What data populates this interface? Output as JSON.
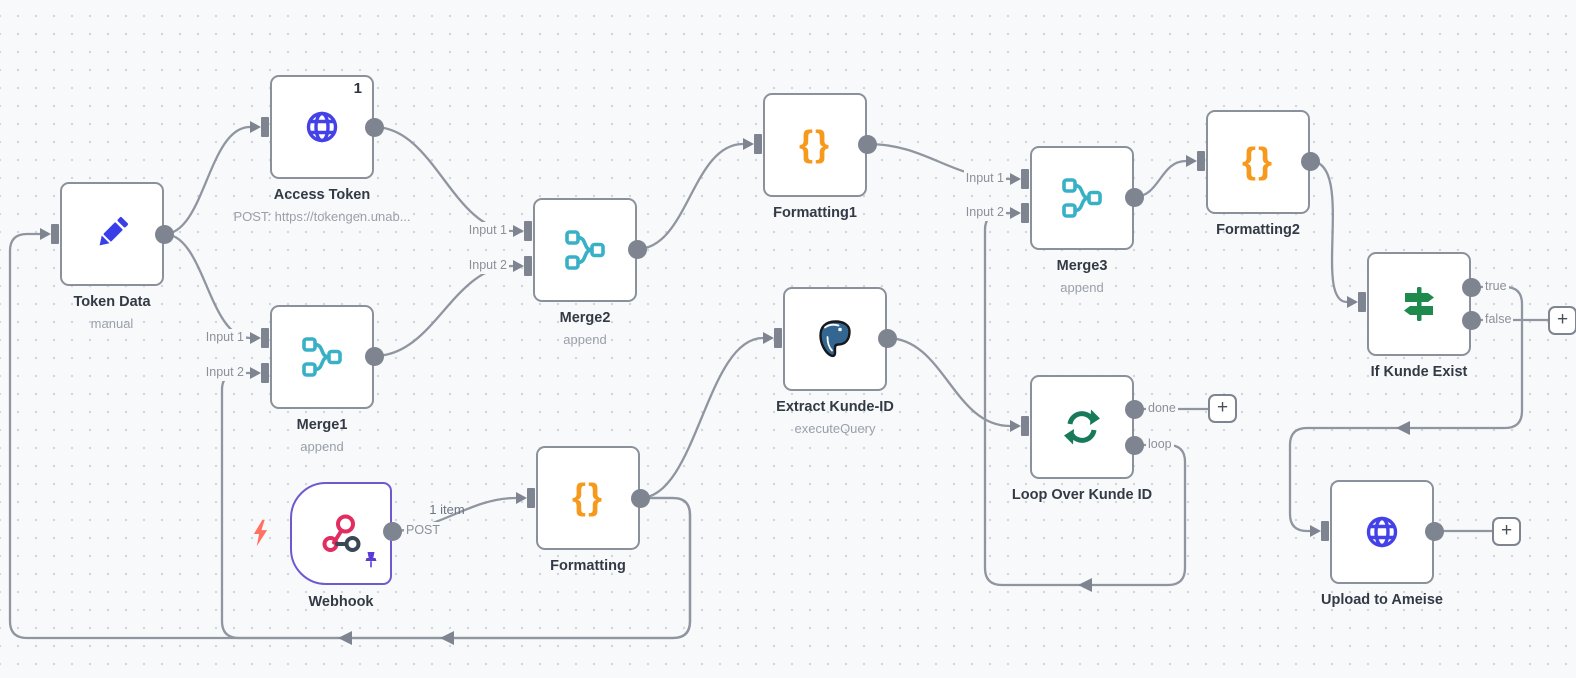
{
  "app": {
    "name": "workflow-canvas"
  },
  "nodes": [
    {
      "id": "token-data",
      "title": "Token Data",
      "subtitle": "manual",
      "icon": "pencil-icon"
    },
    {
      "id": "access-token",
      "title": "Access Token",
      "subtitle": "POST: https://tokengen.unab...",
      "badge": "1",
      "icon": "globe-icon"
    },
    {
      "id": "merge1",
      "title": "Merge1",
      "subtitle": "append",
      "inputs": [
        "Input 1",
        "Input 2"
      ],
      "icon": "merge-icon"
    },
    {
      "id": "webhook",
      "title": "Webhook",
      "output_label": "POST",
      "icon": "webhook-icon"
    },
    {
      "id": "merge2",
      "title": "Merge2",
      "subtitle": "append",
      "inputs": [
        "Input 1",
        "Input 2"
      ],
      "icon": "merge-icon"
    },
    {
      "id": "formatting1",
      "title": "Formatting1",
      "icon": "braces-icon"
    },
    {
      "id": "formatting",
      "title": "Formatting",
      "icon": "braces-icon"
    },
    {
      "id": "extract-kunde-id",
      "title": "Extract Kunde-ID",
      "subtitle": "executeQuery",
      "icon": "postgres-icon"
    },
    {
      "id": "merge3",
      "title": "Merge3",
      "subtitle": "append",
      "inputs": [
        "Input 1",
        "Input 2"
      ],
      "icon": "merge-icon"
    },
    {
      "id": "formatting2",
      "title": "Formatting2",
      "icon": "braces-icon"
    },
    {
      "id": "loop-over-kunde-id",
      "title": "Loop Over Kunde ID",
      "outputs": [
        "done",
        "loop"
      ],
      "icon": "loop-icon"
    },
    {
      "id": "if-kunde-exist",
      "title": "If Kunde Exist",
      "outputs": [
        "true",
        "false"
      ],
      "icon": "signpost-icon"
    },
    {
      "id": "upload-to-ameise",
      "title": "Upload to Ameise",
      "icon": "globe-icon"
    }
  ],
  "connections": {
    "webhook_formatting_label": "1 item"
  },
  "ui": {
    "plus": "+"
  },
  "colors": {
    "canvas_bg": "#f8f9fb",
    "grid_dot": "#d2d6dd",
    "edge": "#8f96a0",
    "port": "#7e8590",
    "node_border": "#8b919b",
    "title_text": "#333a45",
    "subtitle_text": "#9aa0aa",
    "pencil_blue": "#3a3ee8",
    "globe_blue": "#4341e8",
    "merge_cyan": "#38b1c6",
    "braces_orange": "#f6991d",
    "postgres_blue": "#336791",
    "loop_green": "#187a5b",
    "signpost_green": "#1e8a4d",
    "webhook_border": "#6e59d0",
    "webhook_pink": "#e12d62",
    "webhook_dark": "#3b4754",
    "pin_purple": "#5b3bd5",
    "bolt_coral": "#ff7263"
  }
}
